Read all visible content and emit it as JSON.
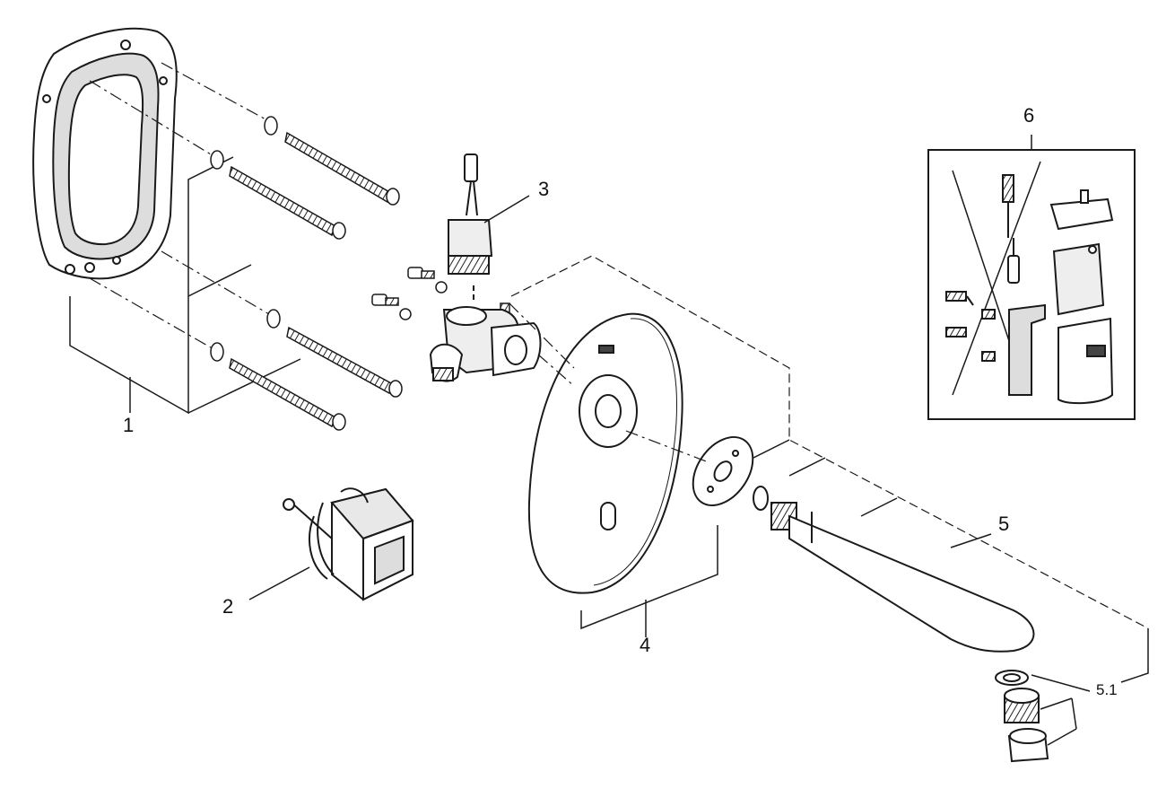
{
  "callouts": {
    "c1": "1",
    "c2": "2",
    "c3": "3",
    "c4": "4",
    "c5": "5",
    "c51": "5.1",
    "c6": "6"
  },
  "colors": {
    "ink": "#1a1a1a",
    "shade": "#b8b8b8",
    "light": "#e6e6e6",
    "paper": "#ffffff"
  }
}
